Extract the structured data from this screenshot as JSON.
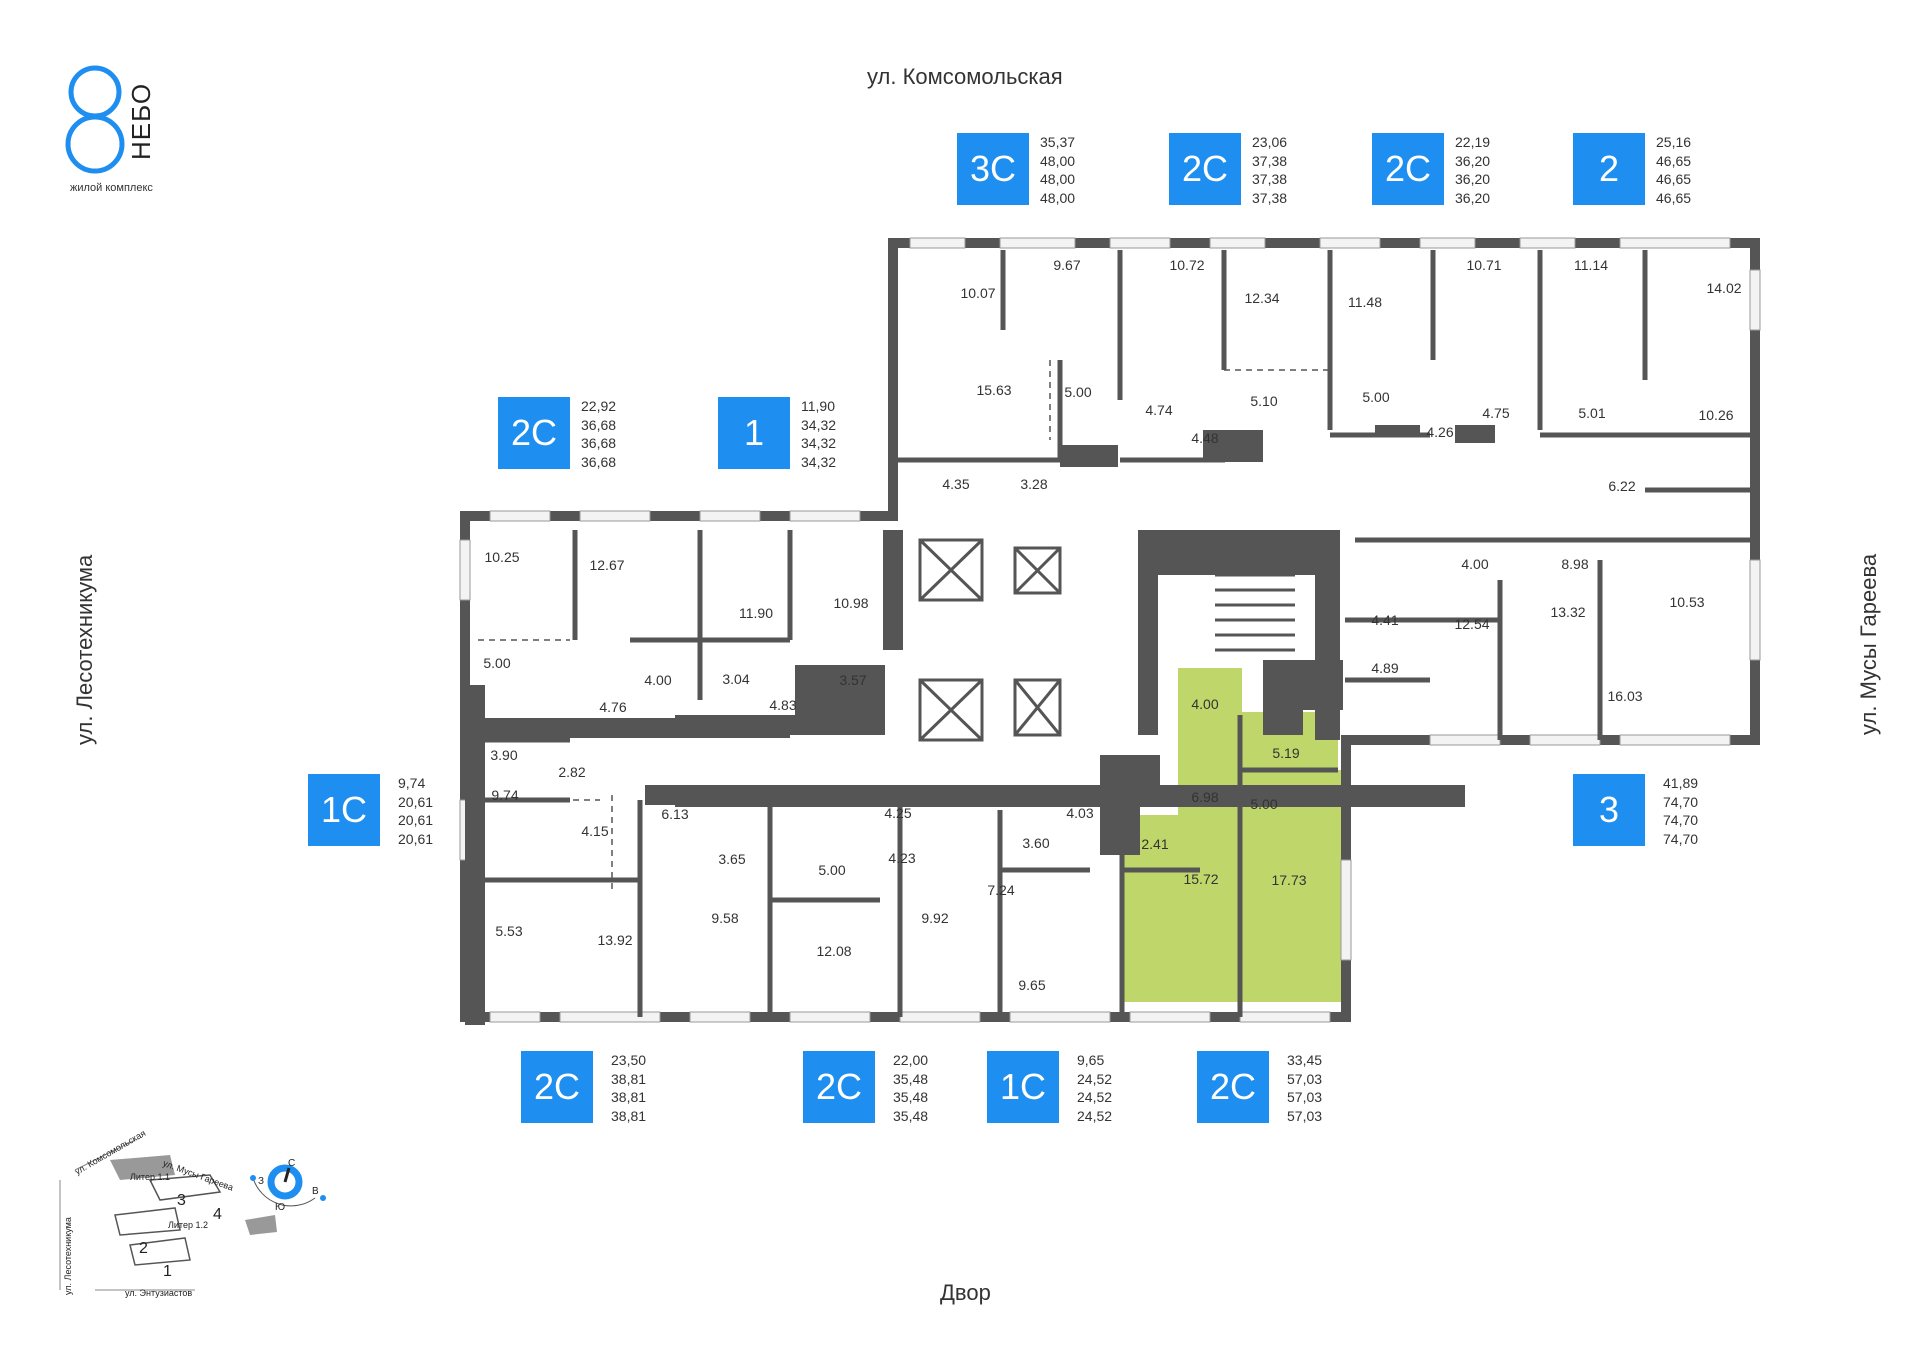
{
  "logo": {
    "digit": "8",
    "name": "НЕБО",
    "subtitle": "жилой комплекс"
  },
  "streets": {
    "top": "ул. Комсомольская",
    "left": "ул. Лесотехникума",
    "right": "ул. Мусы Гареева",
    "bottom": "Двор"
  },
  "apartments": [
    {
      "type": "3С",
      "areas": [
        "35,37",
        "48,00",
        "48,00",
        "48,00"
      ]
    },
    {
      "type": "2С",
      "areas": [
        "23,06",
        "37,38",
        "37,38",
        "37,38"
      ]
    },
    {
      "type": "2С",
      "areas": [
        "22,19",
        "36,20",
        "36,20",
        "36,20"
      ]
    },
    {
      "type": "2",
      "areas": [
        "25,16",
        "46,65",
        "46,65",
        "46,65"
      ]
    },
    {
      "type": "2С",
      "areas": [
        "22,92",
        "36,68",
        "36,68",
        "36,68"
      ]
    },
    {
      "type": "1",
      "areas": [
        "11,90",
        "34,32",
        "34,32",
        "34,32"
      ]
    },
    {
      "type": "1С",
      "areas": [
        "9,74",
        "20,61",
        "20,61",
        "20,61"
      ]
    },
    {
      "type": "3",
      "areas": [
        "41,89",
        "74,70",
        "74,70",
        "74,70"
      ]
    },
    {
      "type": "2С",
      "areas": [
        "23,50",
        "38,81",
        "38,81",
        "38,81"
      ]
    },
    {
      "type": "2С",
      "areas": [
        "22,00",
        "35,48",
        "35,48",
        "35,48"
      ]
    },
    {
      "type": "1С",
      "areas": [
        "9,65",
        "24,52",
        "24,52",
        "24,52"
      ]
    },
    {
      "type": "2С",
      "areas": [
        "33,45",
        "57,03",
        "57,03",
        "57,03"
      ]
    }
  ],
  "rooms": [
    "10.07",
    "9.67",
    "10.72",
    "12.34",
    "11.48",
    "10.71",
    "11.14",
    "14.02",
    "15.63",
    "5.00",
    "4.74",
    "4.48",
    "5.10",
    "5.00",
    "4.26",
    "4.75",
    "5.01",
    "10.26",
    "4.35",
    "3.28",
    "6.22",
    "10.25",
    "12.67",
    "11.90",
    "10.98",
    "4.00",
    "8.98",
    "4.41",
    "12.54",
    "13.32",
    "10.53",
    "5.00",
    "4.00",
    "3.04",
    "4.83",
    "3.57",
    "4.89",
    "16.03",
    "4.76",
    "4.00",
    "5.19",
    "3.90",
    "2.82",
    "6.98",
    "5.00",
    "6.13",
    "4.25",
    "4.03",
    "9.74",
    "4.15",
    "3.65",
    "4.23",
    "3.60",
    "2.41",
    "5.00",
    "15.72",
    "17.73",
    "7.24",
    "5.53",
    "13.92",
    "9.58",
    "12.08",
    "9.92",
    "9.65"
  ],
  "minimap": {
    "streets": [
      "ул. Комсомольская",
      "ул. Мусы Гареева",
      "ул. Лесотехникума",
      "ул. Энтузиастов"
    ],
    "buildings": [
      "Литер 1.1",
      "Литер 1.2"
    ],
    "sections": [
      "1",
      "2",
      "3",
      "4"
    ],
    "compass": {
      "north": "С",
      "south": "Ю",
      "west": "З",
      "east": "В"
    }
  },
  "colors": {
    "badge": "#1e8ff0",
    "highlight": "#bfd66a",
    "wall": "#555555",
    "logo": "#1e8ff0"
  }
}
